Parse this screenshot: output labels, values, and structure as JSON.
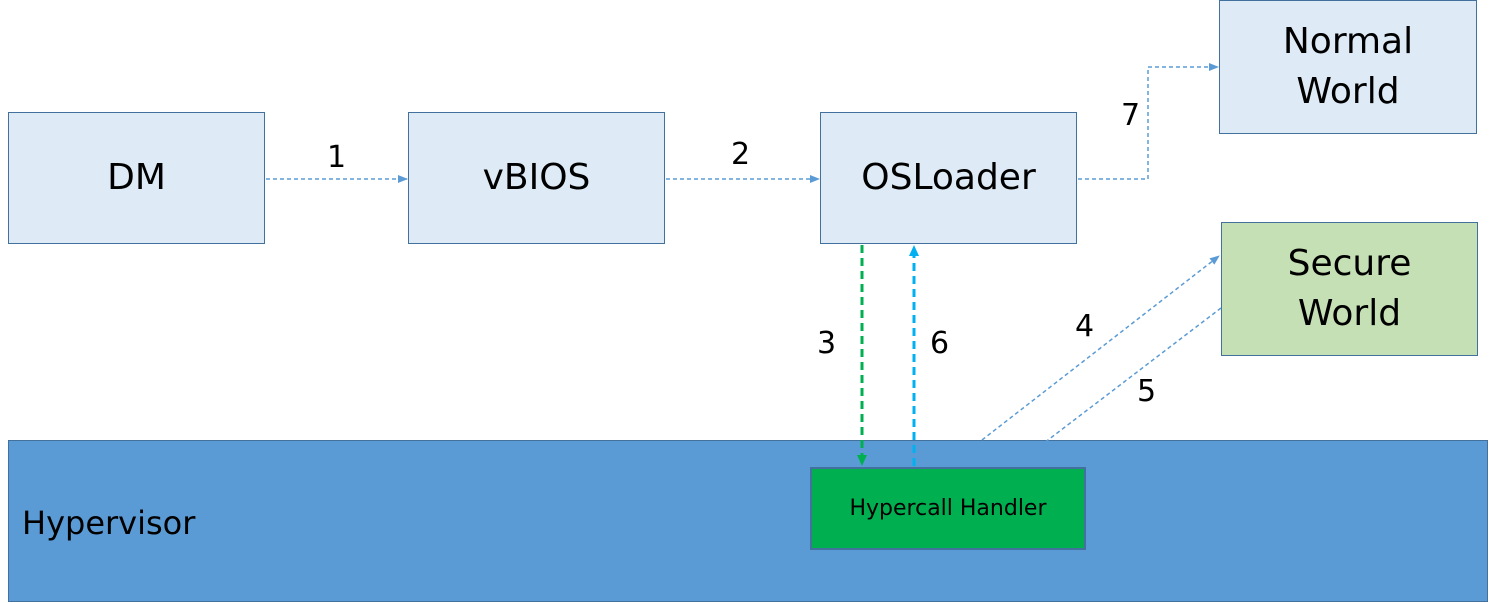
{
  "boxes": {
    "dm": "DM",
    "vbios": "vBIOS",
    "osloader": "OSLoader",
    "normal_world_line1": "Normal",
    "normal_world_line2": "World",
    "secure_world_line1": "Secure",
    "secure_world_line2": "World"
  },
  "hypervisor": {
    "label": "Hypervisor",
    "handler": "Hypercall Handler"
  },
  "steps": [
    "1",
    "2",
    "3",
    "4",
    "5",
    "6",
    "7"
  ],
  "colors": {
    "box_fill": "#deebf7",
    "secure_fill": "#c5e0b4",
    "hypervisor_fill": "#5b9bd5",
    "handler_fill": "#00b050",
    "thin_arrow": "#5b9bd5",
    "step3_arrow": "#00b050",
    "step6_arrow": "#00b0f0"
  }
}
